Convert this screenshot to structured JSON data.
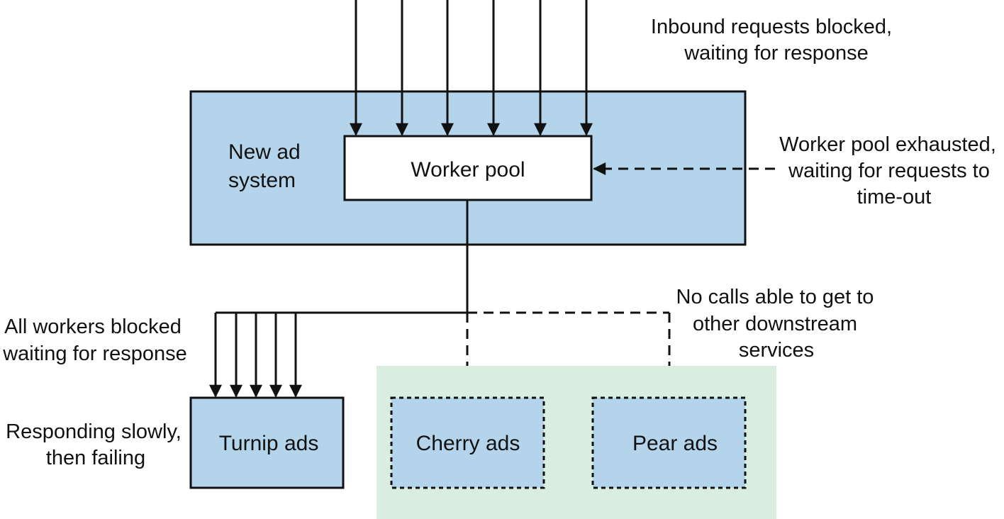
{
  "colors": {
    "system_fill": "#b3d4ea",
    "green_zone_fill": "#d9ede0",
    "stroke": "#111111",
    "white": "#ffffff"
  },
  "system": {
    "label_lines": [
      "New ad",
      "system"
    ],
    "worker_pool_label": "Worker pool"
  },
  "services": {
    "turnip": "Turnip ads",
    "cherry": "Cherry ads",
    "pear": "Pear ads"
  },
  "annotations": {
    "inbound": [
      "Inbound requests blocked,",
      "waiting for response"
    ],
    "exhausted": [
      "Worker pool exhausted,",
      "waiting for requests to",
      "time-out"
    ],
    "no_calls": [
      "No calls able to get to",
      "other downstream",
      "services"
    ],
    "workers_blocked": [
      "All workers blocked",
      "waiting for response"
    ],
    "responding": [
      "Responding slowly,",
      "then failing"
    ]
  }
}
